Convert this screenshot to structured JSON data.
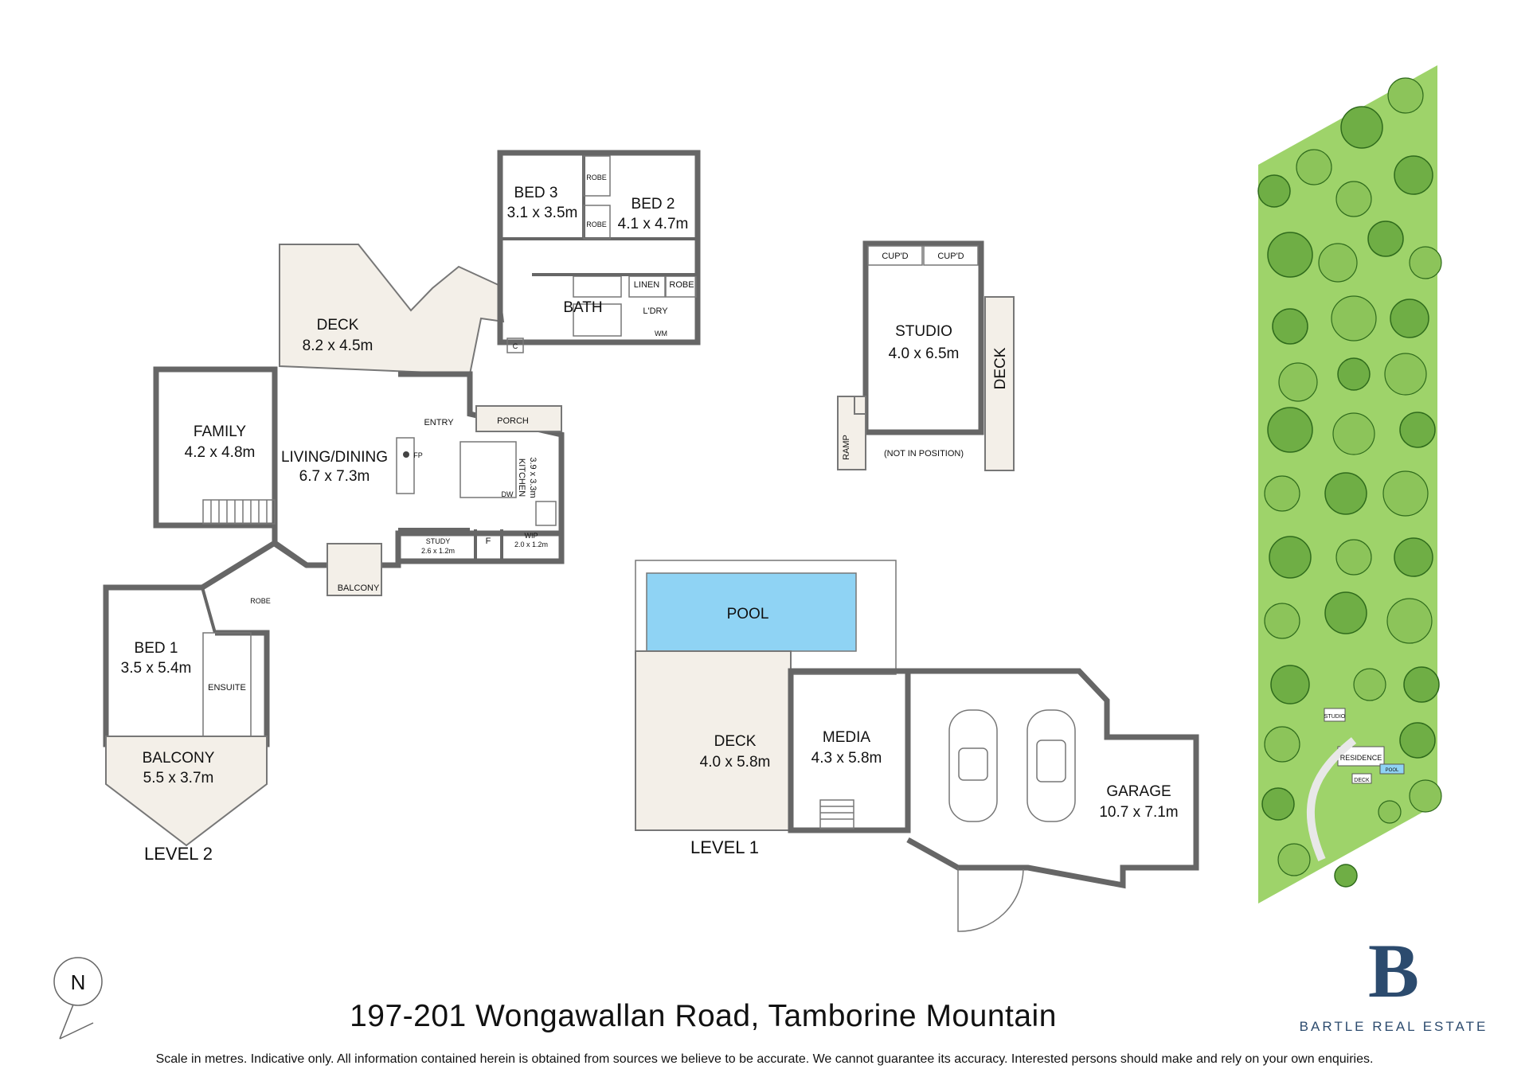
{
  "level2": {
    "label": "LEVEL 2",
    "rooms": {
      "bed3": {
        "name": "BED 3",
        "dims": "3.1 x 3.5m"
      },
      "bed2": {
        "name": "BED 2",
        "dims": "4.1 x 4.7m"
      },
      "robe_a": "ROBE",
      "robe_b": "ROBE",
      "robe_c": "ROBE",
      "robe_d": "ROBE",
      "linen": "LINEN",
      "bath": "BATH",
      "laundry": "L'DRY",
      "wm": "WM",
      "c": "C",
      "deck": {
        "name": "DECK",
        "dims": "8.2 x 4.5m"
      },
      "family": {
        "name": "FAMILY",
        "dims": "4.2 x 4.8m"
      },
      "living": {
        "name": "LIVING/DINING",
        "dims": "6.7 x 7.3m"
      },
      "entry": "ENTRY",
      "porch": "PORCH",
      "fp": "FP",
      "kitchen": {
        "name": "KITCHEN",
        "dims": "3.9 x 3.3m"
      },
      "dw": "DW",
      "study": {
        "name": "STUDY",
        "dims": "2.6 x 1.2m"
      },
      "f": "F",
      "wip": {
        "name": "WIP",
        "dims": "2.0 x 1.2m"
      },
      "balcony_small": "BALCONY",
      "bed1": {
        "name": "BED 1",
        "dims": "3.5 x 5.4m"
      },
      "ensuite": "ENSUITE",
      "balcony": {
        "name": "BALCONY",
        "dims": "5.5 x 3.7m"
      }
    }
  },
  "studio": {
    "name": "STUDIO",
    "dims": "4.0 x 6.5m",
    "cupd_1": "CUP'D",
    "cupd_2": "CUP'D",
    "deck": "DECK",
    "ramp": "RAMP",
    "note": "(NOT IN POSITION)"
  },
  "level1": {
    "label": "LEVEL 1",
    "pool": "POOL",
    "deck": {
      "name": "DECK",
      "dims": "4.0 x 5.8m"
    },
    "media": {
      "name": "MEDIA",
      "dims": "4.3 x 5.8m"
    },
    "garage": {
      "name": "GARAGE",
      "dims": "10.7 x 7.1m"
    }
  },
  "site": {
    "studio": "STUDIO",
    "residence": "RESIDENCE",
    "deck": "DECK",
    "pool": "POOL"
  },
  "north": "N",
  "address": "197-201 Wongawallan Road, Tamborine Mountain",
  "disclaimer": "Scale in metres. Indicative only. All information contained herein is obtained from sources we believe to be accurate. We cannot guarantee its accuracy. Interested persons should make and rely on your own enquiries.",
  "brand": {
    "letter": "B",
    "name": "BARTLE REAL ESTATE"
  },
  "colors": {
    "pool": "#8fd3f4",
    "lawn": "#9ed36a",
    "brand": "#2c4b6e",
    "wall": "#666666"
  }
}
